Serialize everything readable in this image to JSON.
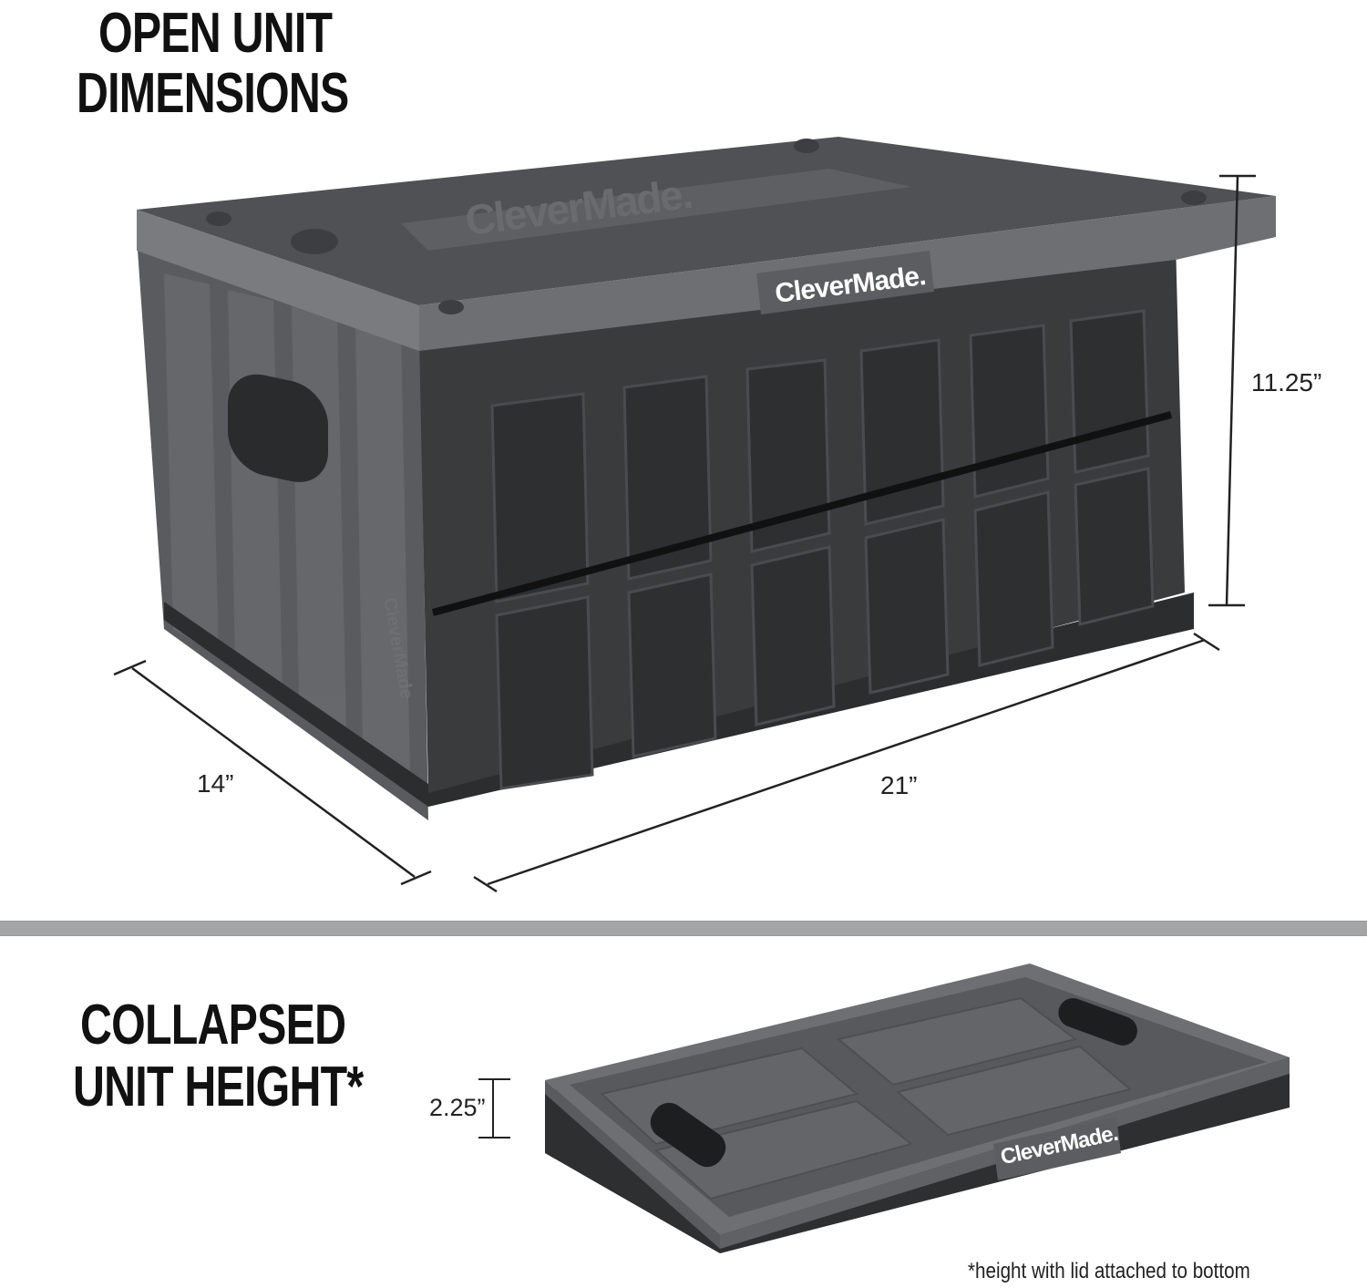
{
  "open_unit": {
    "heading_line1": "OPEN UNIT",
    "heading_line2": "DIMENSIONS",
    "dimensions": {
      "height": "11.25”",
      "width": "21”",
      "depth": "14”"
    },
    "brand_label_front": "CleverMade.",
    "brand_label_lid": "CleverMade.",
    "brand_label_side": "CleverMade"
  },
  "collapsed_unit": {
    "heading_line1": "COLLAPSED",
    "heading_line2": "UNIT HEIGHT*",
    "dimensions": {
      "height": "2.25”"
    },
    "brand_label": "CleverMade.",
    "footnote": "*height with lid attached to bottom"
  },
  "colors": {
    "divider": "#a4a5a7",
    "lid_gray": "#6e6f72",
    "body_dark": "#3a3b3d",
    "panel_dark": "#2b2c2e",
    "text": "#111111"
  }
}
